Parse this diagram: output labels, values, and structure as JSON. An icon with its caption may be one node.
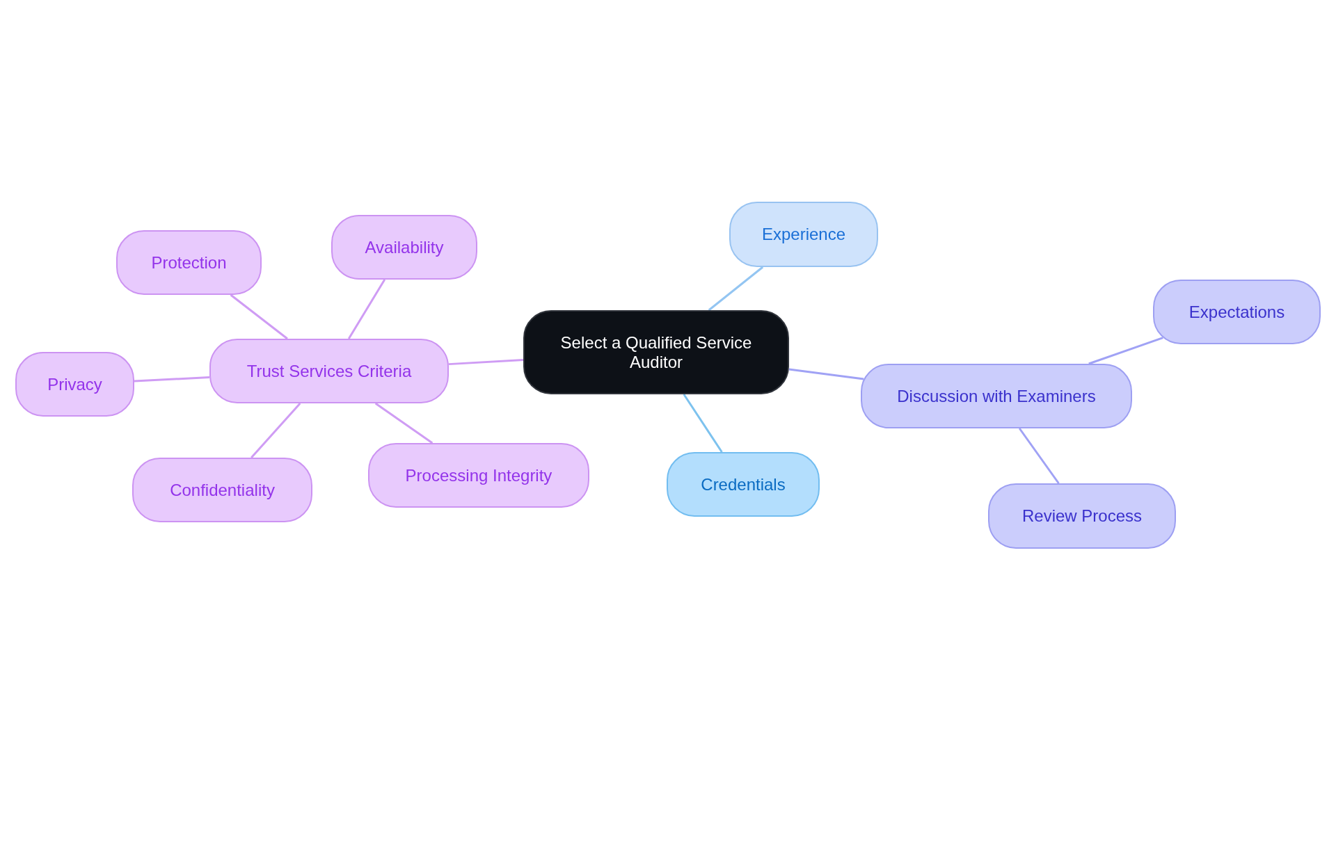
{
  "diagram": {
    "nodes": [
      {
        "text": [
          "Select a Qualified Service Auditor"
        ]
      },
      {
        "text": [
          "Trust Services Criteria"
        ]
      },
      {
        "text": [
          "Protection"
        ]
      },
      {
        "text": [
          "Availability"
        ]
      },
      {
        "text": [
          "Privacy"
        ]
      },
      {
        "text": [
          "Confidentiality"
        ]
      },
      {
        "text": [
          "Processing Integrity"
        ]
      },
      {
        "text": [
          "Experience"
        ]
      },
      {
        "text": [
          "Credentials"
        ]
      },
      {
        "text": [
          "Discussion with Examiners"
        ]
      },
      {
        "text": [
          "Expectations"
        ]
      },
      {
        "text": [
          "Review Process"
        ]
      }
    ],
    "edges": [
      {
        "from": 0,
        "to": 1,
        "arrow": "none"
      },
      {
        "from": 1,
        "to": 2,
        "arrow": "none"
      },
      {
        "from": 1,
        "to": 3,
        "arrow": "none"
      },
      {
        "from": 1,
        "to": 4,
        "arrow": "none"
      },
      {
        "from": 1,
        "to": 5,
        "arrow": "none"
      },
      {
        "from": 1,
        "to": 6,
        "arrow": "none"
      },
      {
        "from": 0,
        "to": 7,
        "arrow": "none",
        "color": "#93c5f2"
      },
      {
        "from": 0,
        "to": 8,
        "arrow": "none",
        "color": "#7dc2ee"
      },
      {
        "from": 0,
        "to": 9,
        "arrow": "none",
        "color": "#a0a2f5"
      },
      {
        "from": 9,
        "to": 10,
        "arrow": "none",
        "color": "#a0a2f5"
      },
      {
        "from": 9,
        "to": 11,
        "arrow": "none",
        "color": "#a0a2f5"
      }
    ]
  }
}
